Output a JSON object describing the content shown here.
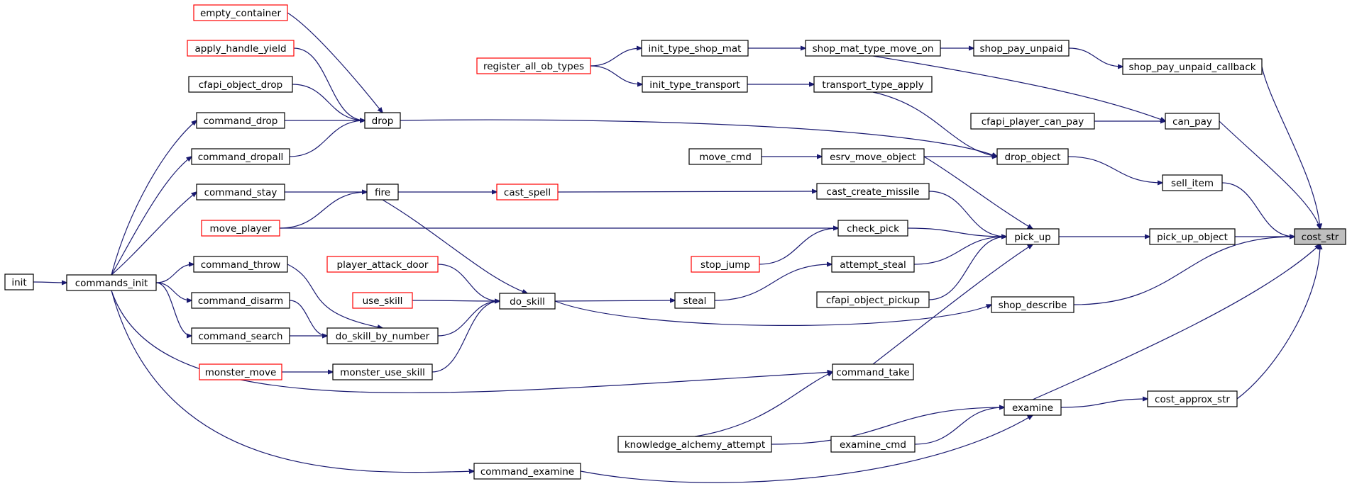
{
  "graph": {
    "colors": {
      "edge": "#191970",
      "normal_border": "#000000",
      "truncated_border": "#ff0000",
      "root_fill": "#bfbfbf"
    },
    "nodes": {
      "cost_str": "cost_str",
      "can_pay": "can_pay",
      "shop_pay_unpaid_callback": "shop_pay_unpaid_callback",
      "shop_pay_unpaid": "shop_pay_unpaid",
      "shop_mat_type_move_on": "shop_mat_type_move_on",
      "init_type_shop_mat": "init_type_shop_mat",
      "register_all_ob_types": "register_all_ob_types",
      "cfapi_player_can_pay": "cfapi_player_can_pay",
      "sell_item": "sell_item",
      "drop_object": "drop_object",
      "transport_type_apply": "transport_type_apply",
      "init_type_transport": "init_type_transport",
      "drop": "drop",
      "empty_container": "empty_container",
      "apply_handle_yield": "apply_handle_yield",
      "cfapi_object_drop": "cfapi_object_drop",
      "command_drop": "command_drop",
      "command_dropall": "command_dropall",
      "commands_init": "commands_init",
      "init": "init",
      "esrv_move_object": "esrv_move_object",
      "move_cmd": "move_cmd",
      "pick_up_object": "pick_up_object",
      "pick_up": "pick_up",
      "cast_create_missile": "cast_create_missile",
      "cast_spell": "cast_spell",
      "fire": "fire",
      "command_stay": "command_stay",
      "move_player": "move_player",
      "check_pick": "check_pick",
      "stop_jump": "stop_jump",
      "attempt_steal": "attempt_steal",
      "steal": "steal",
      "do_skill": "do_skill",
      "player_attack_door": "player_attack_door",
      "use_skill": "use_skill",
      "do_skill_by_number": "do_skill_by_number",
      "command_throw": "command_throw",
      "command_disarm": "command_disarm",
      "command_search": "command_search",
      "monster_use_skill": "monster_use_skill",
      "monster_move": "monster_move",
      "cfapi_object_pickup": "cfapi_object_pickup",
      "command_take": "command_take",
      "shop_describe": "shop_describe",
      "cost_approx_str": "cost_approx_str",
      "examine": "examine",
      "knowledge_alchemy_attempt": "knowledge_alchemy_attempt",
      "examine_cmd": "examine_cmd",
      "command_examine": "command_examine"
    }
  }
}
